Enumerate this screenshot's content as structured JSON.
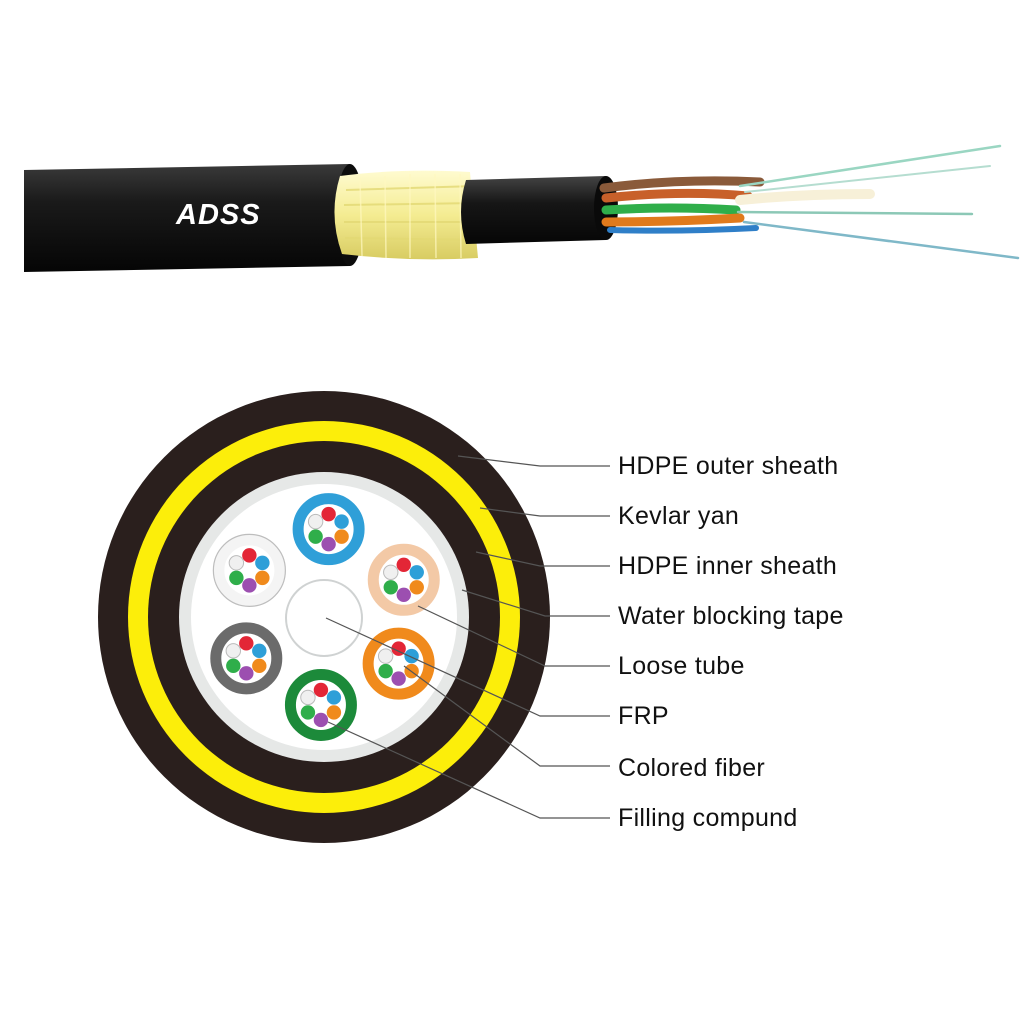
{
  "cable_photo": {
    "brand_label": "ADSS",
    "colors": {
      "jacket": "#1b1b1b",
      "kevlar": "#f4ee9a",
      "fiber_strand": "#9ad6c2"
    }
  },
  "cross_section": {
    "labels": [
      "HDPE outer sheath",
      "Kevlar yan",
      "HDPE inner sheath",
      "Water blocking tape",
      "Loose tube",
      "FRP",
      "Colored fiber",
      "Filling compund"
    ],
    "colors": {
      "outer_sheath": "#2a1f1d",
      "kevlar_ring": "#fcee0a",
      "inner_sheath": "#2a1f1d",
      "water_blocking_tape": "#e6e8e7",
      "leader_line": "#555555"
    },
    "loose_tubes": [
      {
        "color_name": "blue",
        "color": "#2f9fd8"
      },
      {
        "color_name": "beige",
        "color": "#f3c9a6"
      },
      {
        "color_name": "orange",
        "color": "#f08a1c"
      },
      {
        "color_name": "green",
        "color": "#1c8a3a"
      },
      {
        "color_name": "gray",
        "color": "#6b6b6b"
      },
      {
        "color_name": "white",
        "color": "#f2f2f2"
      }
    ],
    "fiber_colors": [
      "#e32636",
      "#2e9fd8",
      "#f08a1c",
      "#9c4fb0",
      "#2fae4a",
      "#f0f0f0"
    ]
  }
}
